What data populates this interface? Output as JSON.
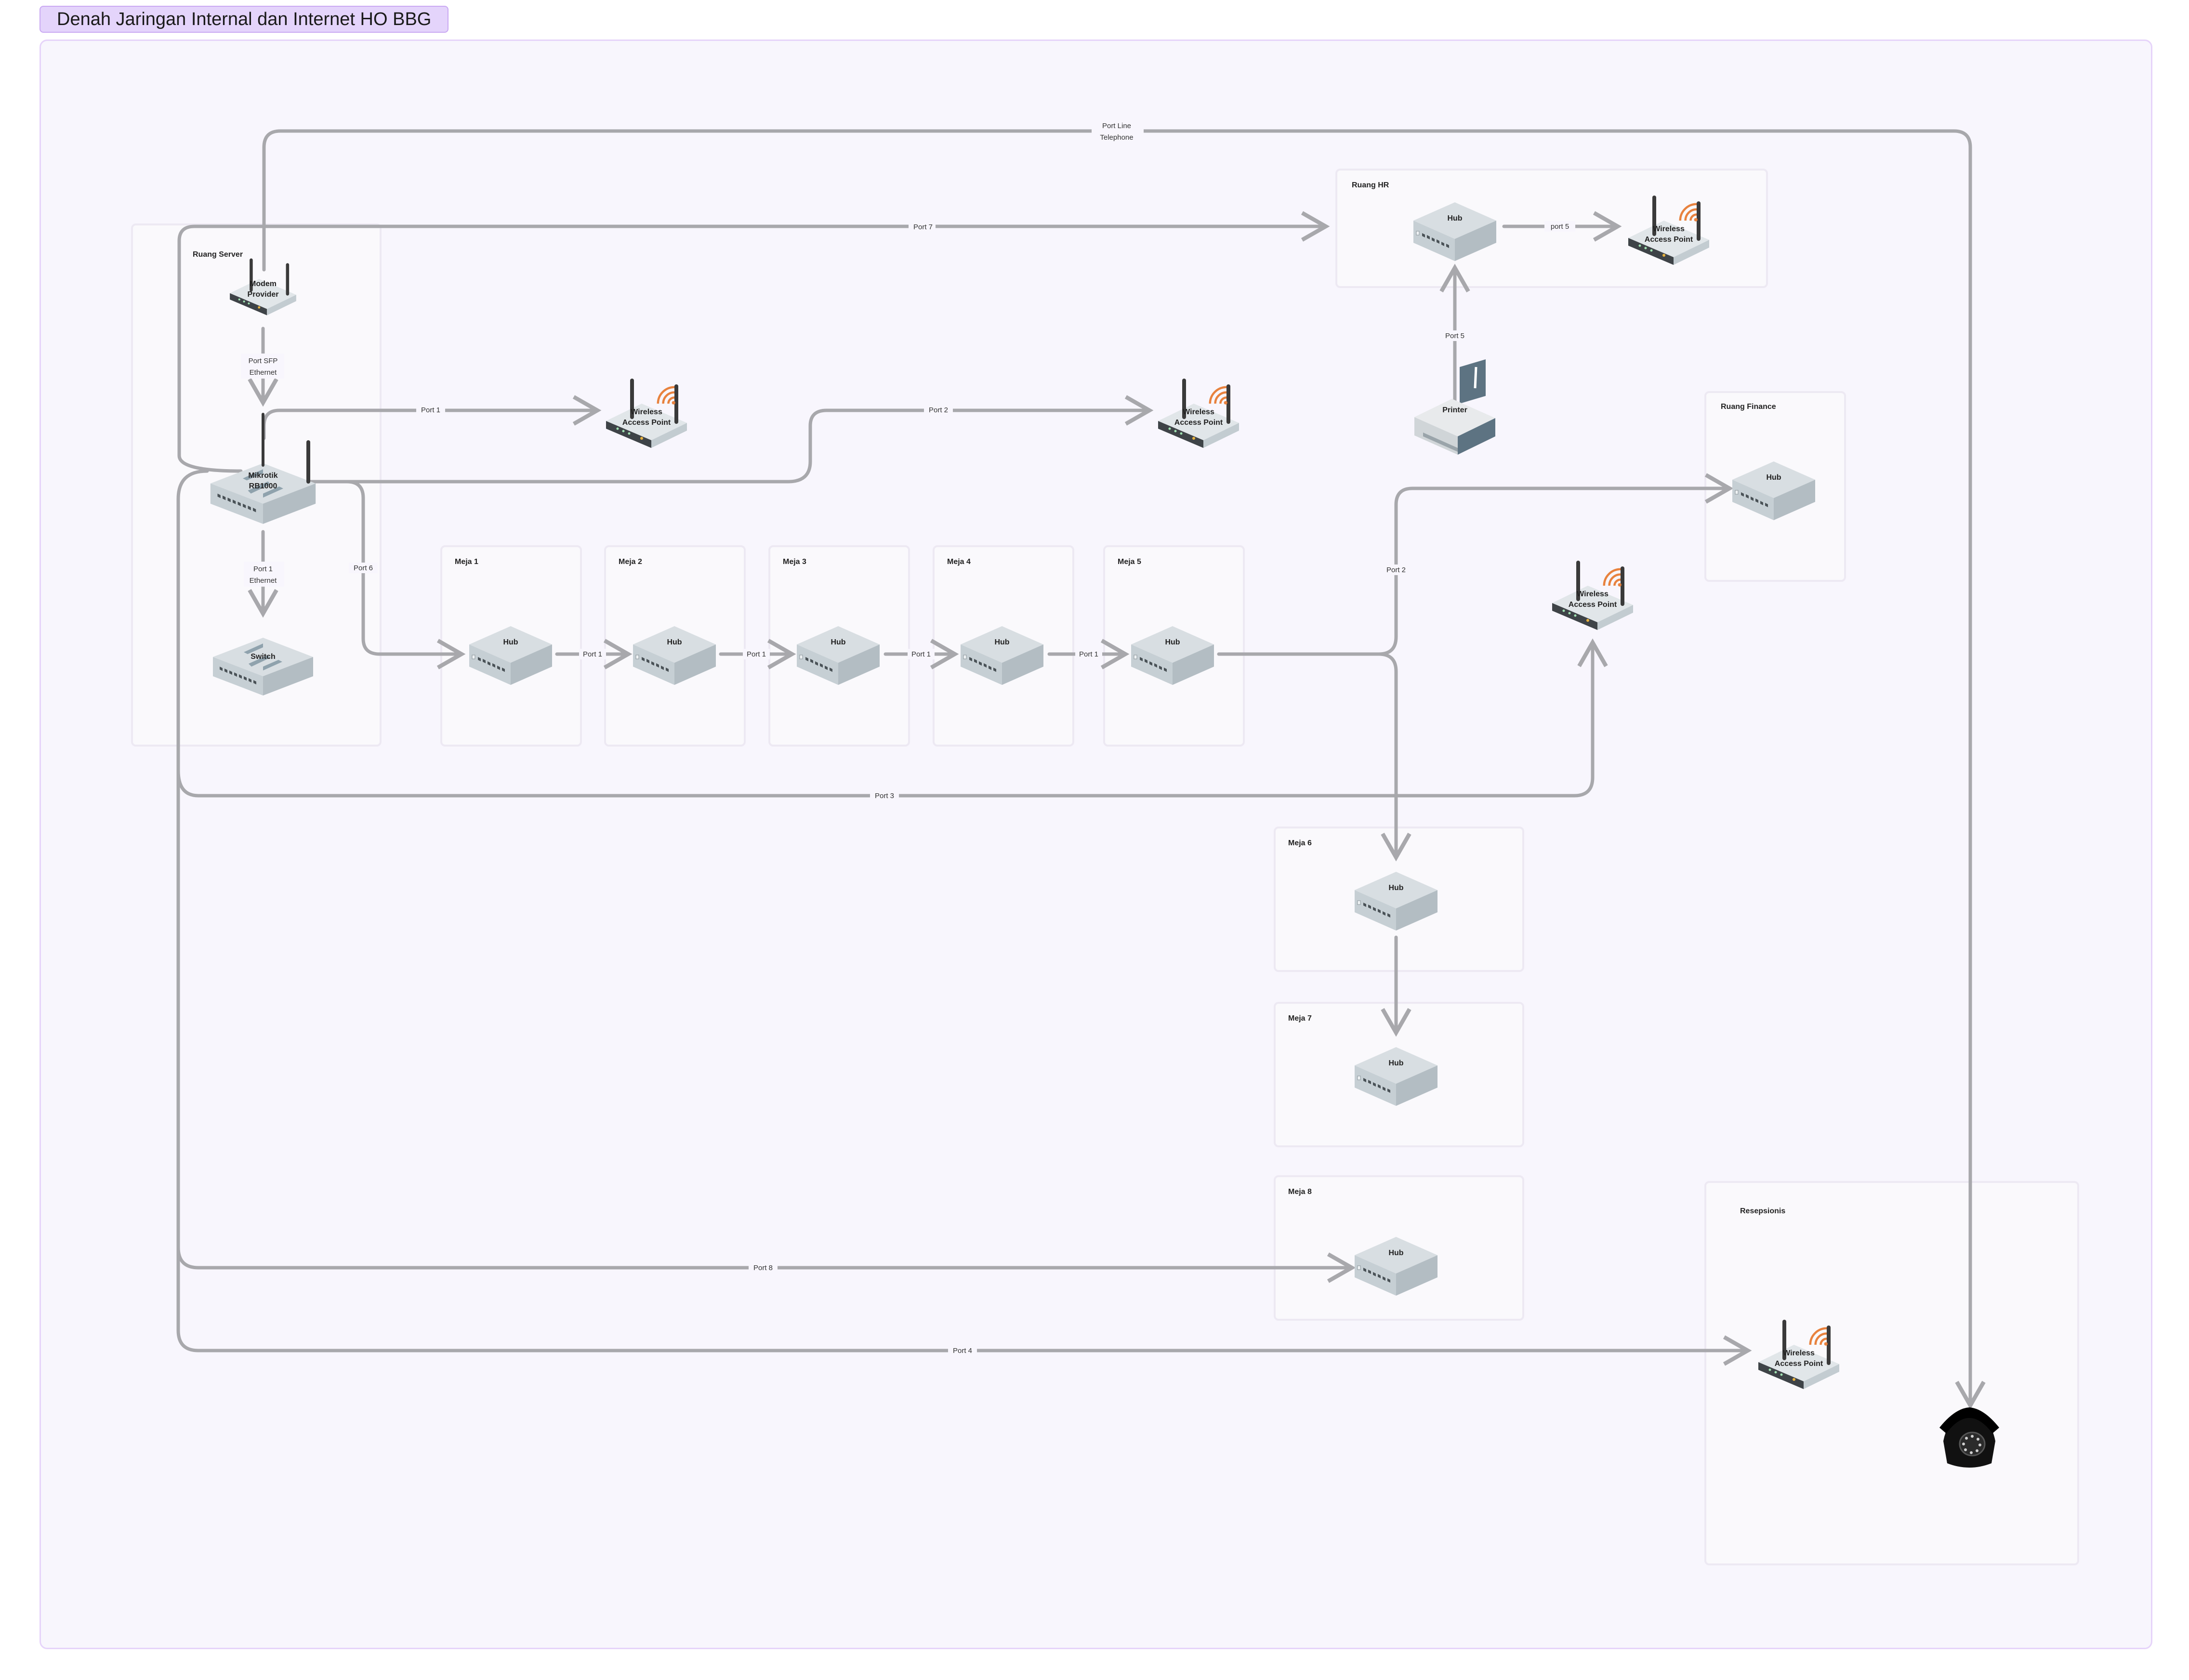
{
  "title": "Denah Jaringan Internal dan Internet HO BBG",
  "colors": {
    "connector": "#a8a8ac",
    "device_top": "#d8dee2",
    "device_side": "#b9c3c9",
    "device_front": "#c6cfd4",
    "wifi": "#e8823e",
    "antenna": "#3a3a3a",
    "tag_fill": "#e4d4fb"
  },
  "zones": {
    "ruang_server": "Ruang Server",
    "ruang_hr": "Ruang HR",
    "ruang_finance": "Ruang Finance",
    "meja_1": "Meja 1",
    "meja_2": "Meja 2",
    "meja_3": "Meja 3",
    "meja_4": "Meja 4",
    "meja_5": "Meja 5",
    "meja_6": "Meja 6",
    "meja_7": "Meja 7",
    "meja_8": "Meja 8",
    "resepsionis": "Resepsionis"
  },
  "devices": {
    "modem": {
      "line1": "Modem",
      "line2": "Provider",
      "icon": "router-icon"
    },
    "mikrotik": {
      "line1": "Mikrotik",
      "line2": "RB1000",
      "icon": "router-icon"
    },
    "switch": {
      "line1": "Switch",
      "icon": "switch-icon"
    },
    "ap_1": {
      "line1": "Wireless",
      "line2": "Access Point",
      "icon": "wifi-icon"
    },
    "ap_2": {
      "line1": "Wireless",
      "line2": "Access Point",
      "icon": "wifi-icon"
    },
    "ap_hr": {
      "line1": "Wireless",
      "line2": "Access Point",
      "icon": "wifi-icon"
    },
    "ap_mid": {
      "line1": "Wireless",
      "line2": "Access Point",
      "icon": "wifi-icon"
    },
    "ap_resepsionis": {
      "line1": "Wireless",
      "line2": "Access Point",
      "icon": "wifi-icon"
    },
    "hub_hr": {
      "line1": "Hub",
      "icon": "hub-icon"
    },
    "hub_finance": {
      "line1": "Hub",
      "icon": "hub-icon"
    },
    "hub_meja_1": {
      "line1": "Hub",
      "icon": "hub-icon"
    },
    "hub_meja_2": {
      "line1": "Hub",
      "icon": "hub-icon"
    },
    "hub_meja_3": {
      "line1": "Hub",
      "icon": "hub-icon"
    },
    "hub_meja_4": {
      "line1": "Hub",
      "icon": "hub-icon"
    },
    "hub_meja_5": {
      "line1": "Hub",
      "icon": "hub-icon"
    },
    "hub_meja_6": {
      "line1": "Hub",
      "icon": "hub-icon"
    },
    "hub_meja_7": {
      "line1": "Hub",
      "icon": "hub-icon"
    },
    "hub_meja_8": {
      "line1": "Hub",
      "icon": "hub-icon"
    },
    "printer": {
      "line1": "Printer",
      "icon": "printer-icon"
    },
    "telephone": {
      "icon": "telephone-icon"
    }
  },
  "connections": {
    "telephone_line": {
      "line1": "Port Line",
      "line2": "Telephone"
    },
    "modem_to_mikrotik": {
      "line1": "Port SFP",
      "line2": "Ethernet"
    },
    "mikrotik_to_switch": {
      "line1": "Port 1",
      "line2": "Ethernet"
    },
    "port_7_to_hr": "Port 7",
    "hr_hub_to_ap": "port 5",
    "printer_to_hr_hub": "Port 5",
    "port_1_to_ap": "Port 1",
    "port_2_to_ap": "Port 2",
    "port_6_to_meja": "Port 6",
    "meja_1_to_2": "Port 1",
    "meja_2_to_3": "Port 1",
    "meja_3_to_4": "Port 1",
    "meja_4_to_5": "Port 1",
    "meja_5_to_finance": "Port 2",
    "port_3_to_ap": "Port 3",
    "port_8_to_meja_8": "Port 8",
    "port_4_to_resepsionis": "Port 4"
  }
}
